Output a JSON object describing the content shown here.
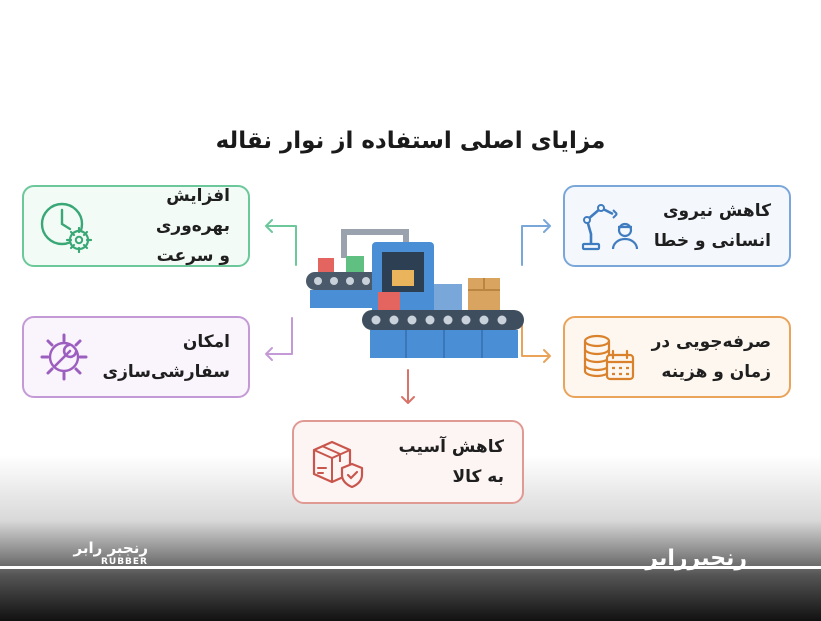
{
  "title": "مزایای اصلی استفاده از نوار نقاله",
  "benefits": {
    "productivity": {
      "line1": "افزایش بهره‌وری",
      "line2": "و سرعت",
      "icon": "clock-gear-icon",
      "color": "#6cc79b"
    },
    "customization": {
      "line1": "امکان",
      "line2": "سفارشی‌سازی",
      "icon": "wrench-gear-icon",
      "color": "#c49ad6"
    },
    "labor": {
      "line1": "کاهش نیروی",
      "line2": "انسانی و خطا",
      "icon": "robot-arm-worker-icon",
      "color": "#7aa7d9"
    },
    "savings": {
      "line1": "صرفه‌جویی در",
      "line2": "زمان و هزینه",
      "icon": "coins-calendar-icon",
      "color": "#e9a45a"
    },
    "damage": {
      "line1": "کاهش آسیب",
      "line2": "به کالا",
      "icon": "box-shield-icon",
      "color": "#e09a94"
    }
  },
  "center_icon": "conveyor-belt-icon",
  "watermark": {
    "right": "رنجبررابر",
    "left_fa": "رنجبر رابر",
    "left_en": "RUBBER"
  }
}
